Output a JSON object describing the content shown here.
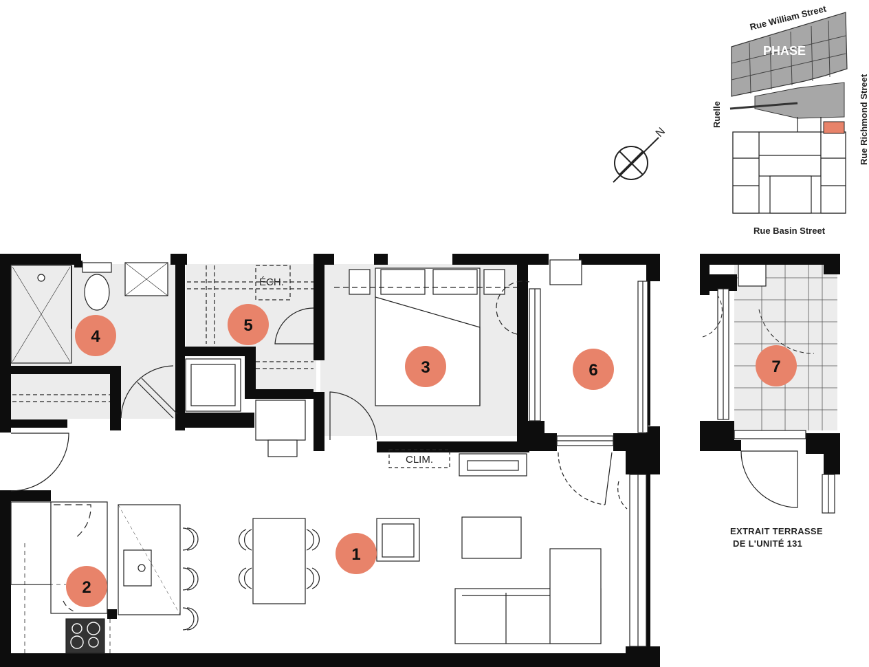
{
  "colors": {
    "wall": "#0d0d0d",
    "room_marker": "#e8836a",
    "wet_floor": "#ececec",
    "highlight_unit": "#e8836a",
    "site_building": "#a7a7a7"
  },
  "rooms": [
    {
      "id": "1",
      "label": "1"
    },
    {
      "id": "2",
      "label": "2"
    },
    {
      "id": "3",
      "label": "3"
    },
    {
      "id": "4",
      "label": "4"
    },
    {
      "id": "5",
      "label": "5"
    },
    {
      "id": "6",
      "label": "6"
    },
    {
      "id": "7",
      "label": "7"
    }
  ],
  "labels": {
    "ech": "ÉCH.",
    "clim": "CLIM."
  },
  "compass": {
    "icon": "north-arrow-icon",
    "letter": "N"
  },
  "key_plan": {
    "phase": "PHASE",
    "streets": {
      "top": "Rue William Street",
      "right": "Rue Richmond Street",
      "bottom": "Rue Basin Street",
      "left": "Ruelle"
    }
  },
  "terrace_caption": {
    "line1": "EXTRAIT TERRASSE",
    "line2": "DE L'UNITÉ 131"
  }
}
